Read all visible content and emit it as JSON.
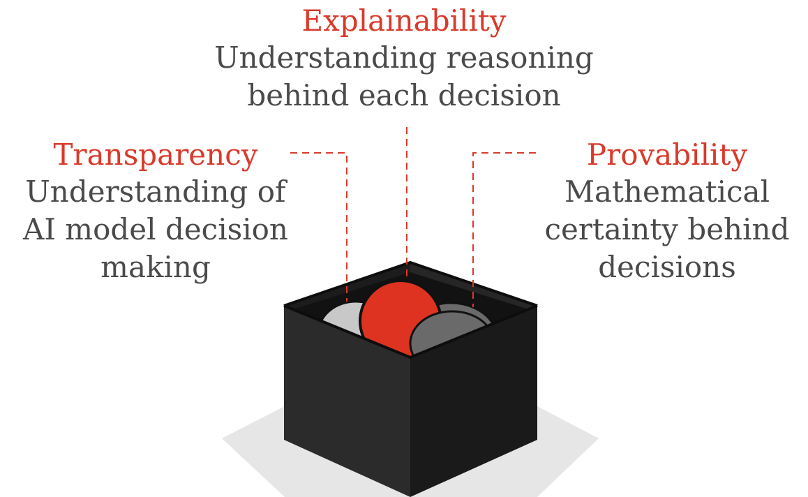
{
  "explainability": {
    "title": "Explainability",
    "lines": [
      "Understanding reasoning",
      "behind each decision"
    ]
  },
  "transparency": {
    "title": "Transparency",
    "lines": [
      "Understanding of",
      "AI model decision",
      "making"
    ]
  },
  "provability": {
    "title": "Provability",
    "lines": [
      "Mathematical",
      "certainty behind",
      "decisions"
    ]
  },
  "colors": {
    "accent": "#d93a2b",
    "text": "#4a4a4a",
    "box_front_left": "#2b2b2b",
    "box_front_right": "#1a1a1a",
    "box_rim": "#0d0d0d",
    "ball_light": "#c8c8c8",
    "ball_red": "#dd3320",
    "ball_dark": "#6a6a6a",
    "shadow": "#e6e6e6"
  }
}
